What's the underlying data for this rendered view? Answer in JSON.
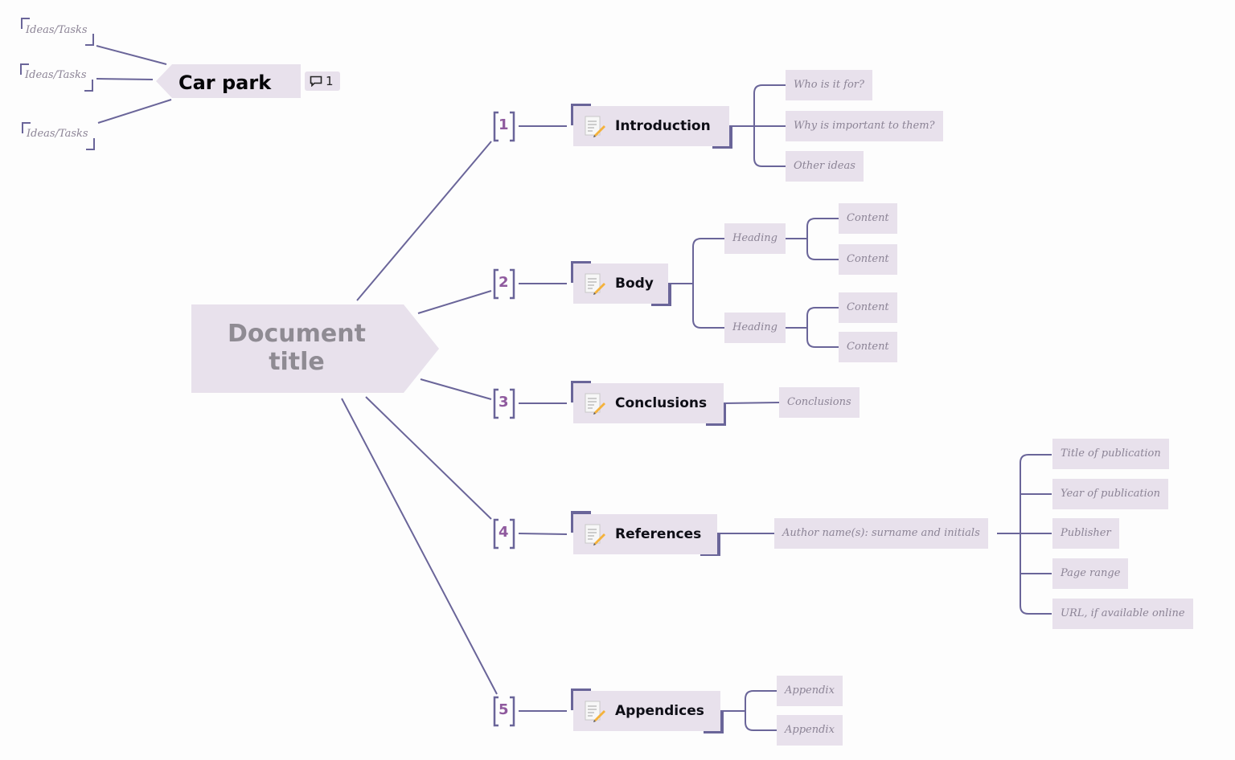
{
  "colors": {
    "line": "#6a6599",
    "node_fill": "#e8e1ec",
    "number": "#8f5a9e",
    "leaf_text": "#8c8496"
  },
  "central": {
    "line1": "Document",
    "line2": "title"
  },
  "car_park": {
    "label": "Car park",
    "comment_count": "1",
    "ideas": [
      "Ideas/Tasks",
      "Ideas/Tasks",
      "Ideas/Tasks"
    ]
  },
  "sections": [
    {
      "number": "1",
      "label": "Introduction"
    },
    {
      "number": "2",
      "label": "Body"
    },
    {
      "number": "3",
      "label": "Conclusions"
    },
    {
      "number": "4",
      "label": "References"
    },
    {
      "number": "5",
      "label": "Appendices"
    }
  ],
  "introduction_children": [
    "Who is it for?",
    "Why is important to them?",
    "Other ideas"
  ],
  "body_children": [
    {
      "heading": "Heading",
      "content": [
        "Content",
        "Content"
      ]
    },
    {
      "heading": "Heading",
      "content": [
        "Content",
        "Content"
      ]
    }
  ],
  "conclusions_children": [
    "Conclusions"
  ],
  "references_children": {
    "author": "Author name(s): surname and initials",
    "details": [
      "Title of publication",
      "Year of publication",
      "Publisher",
      "Page range",
      "URL, if available online"
    ]
  },
  "appendices_children": [
    "Appendix",
    "Appendix"
  ]
}
